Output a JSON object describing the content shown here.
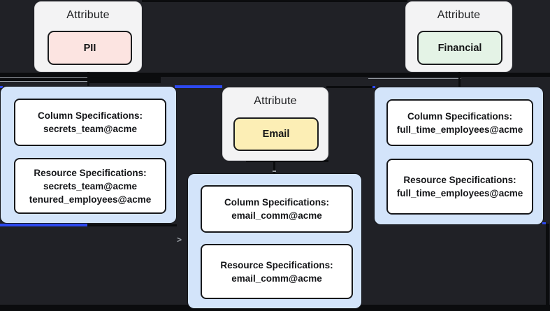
{
  "diagram": {
    "background": "#202126",
    "edge_black": "#0b0c0e",
    "edge_blue": "#2d49f0",
    "edge_gray": "#9ba0a7",
    "arrow_icon": ">"
  },
  "attribute_nodes": [
    {
      "label": "Attribute",
      "name": "PII",
      "fill": "#fce4e1"
    },
    {
      "label": "Attribute",
      "name": "Financial",
      "fill": "#e4f3e6"
    },
    {
      "label": "Attribute",
      "name": "Email",
      "fill": "#fceeb5"
    }
  ],
  "spec_nodes": [
    {
      "fill": "#d3e4fa",
      "column": {
        "title": "Column Specifications:",
        "value": "secrets_team@acme"
      },
      "resource": {
        "title": "Resource Specifications:",
        "value": "secrets_team@acme\ntenured_employees@acme"
      }
    },
    {
      "fill": "#d3e4fa",
      "column": {
        "title": "Column Specifications:",
        "value": "email_comm@acme"
      },
      "resource": {
        "title": "Resource Specifications:",
        "value": "email_comm@acme"
      }
    },
    {
      "fill": "#d3e4fa",
      "column": {
        "title": "Column Specifications:",
        "value": "full_time_employees@acme"
      },
      "resource": {
        "title": "Resource Specifications:",
        "value": "full_time_employees@acme"
      }
    }
  ]
}
